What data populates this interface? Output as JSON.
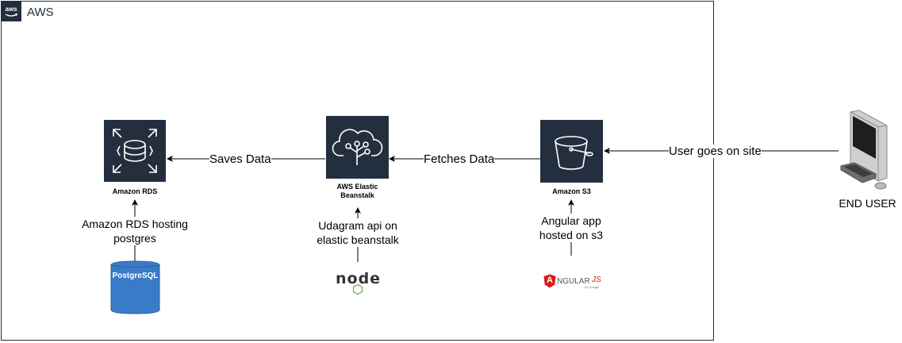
{
  "group": {
    "title": "AWS",
    "badge_icon": "aws-logo-icon",
    "border_color": "#232F3E"
  },
  "services": {
    "rds": {
      "label": "Amazon RDS",
      "icon": "database-icon"
    },
    "beanstalk": {
      "label_line1": "AWS Elastic",
      "label_line2": "Beanstalk",
      "icon": "cloud-tree-icon"
    },
    "s3": {
      "label": "Amazon S3",
      "icon": "bucket-icon"
    }
  },
  "edges": {
    "saves": "Saves Data",
    "fetches": "Fetches Data",
    "user": "User goes on site"
  },
  "notes": {
    "rds_line1": "Amazon RDS hosting",
    "rds_line2": "postgres",
    "api_line1": "Udagram api on",
    "api_line2": "elastic beanstalk",
    "angular_line1": "Angular app",
    "angular_line2": "hosted on s3"
  },
  "logos": {
    "postgres": "PostgreSQL",
    "node": "node",
    "angular_a": "A",
    "angular_word": "NGULAR",
    "angular_js": "JS",
    "angular_sub": "by Google"
  },
  "end_user": {
    "label": "END USER",
    "icon": "desktop-computer-icon"
  },
  "colors": {
    "service_bg": "#232F3E",
    "postgres_blue": "#3A7BC8",
    "angular_red": "#DD1B16",
    "node_green": "#5FA04E"
  }
}
